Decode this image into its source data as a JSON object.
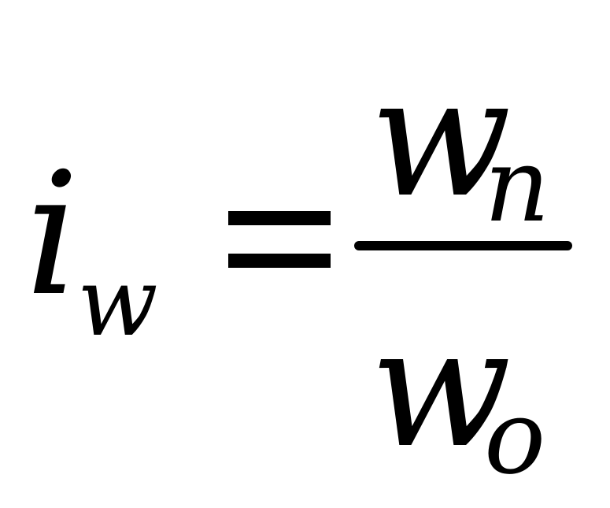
{
  "formula": {
    "lhs": {
      "base": "i",
      "subscript": "w"
    },
    "relation": "=",
    "numerator": {
      "base": "w",
      "subscript": "n"
    },
    "denominator": {
      "base": "w",
      "subscript": "o"
    }
  }
}
